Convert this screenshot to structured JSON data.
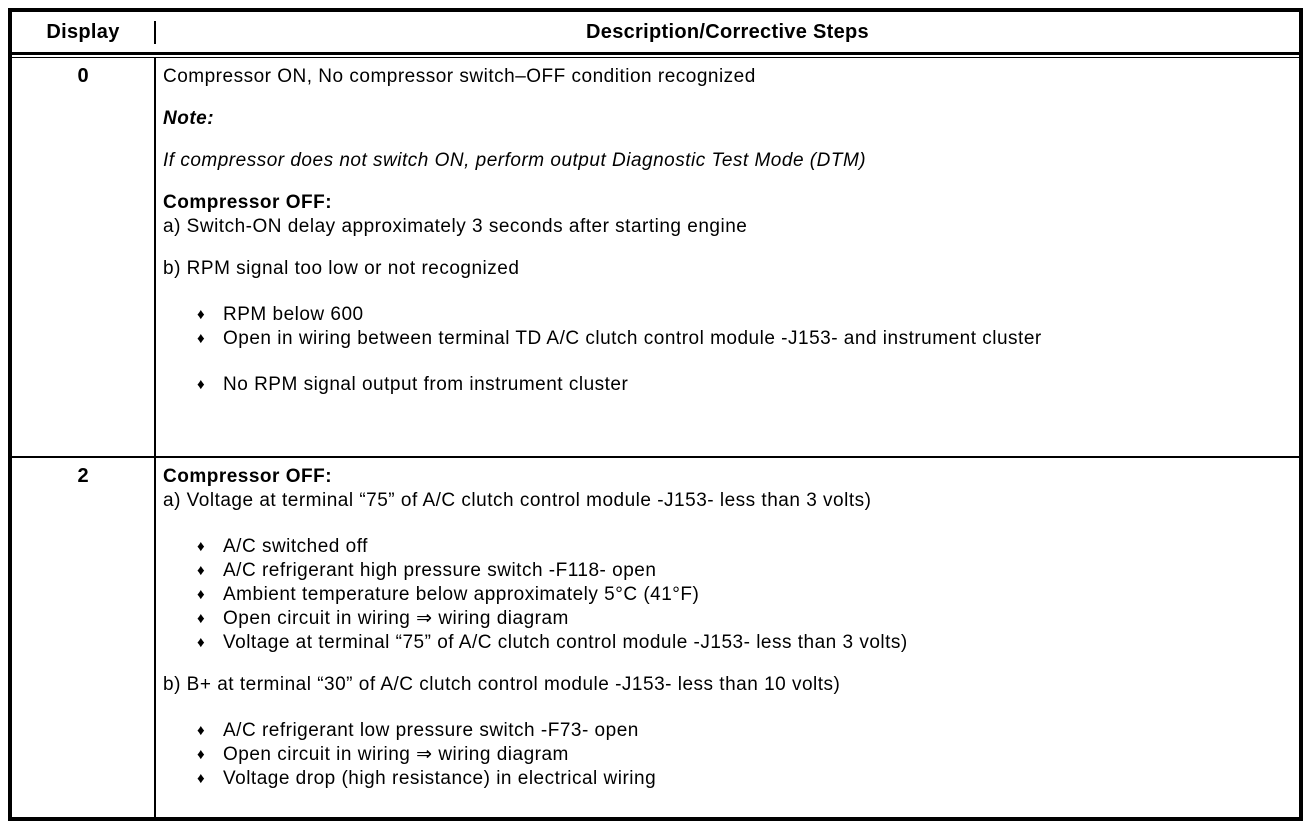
{
  "page": {
    "background": "#ffffff",
    "rule_color": "#000000",
    "text_color": "#000000",
    "bullet_glyph": "♦"
  },
  "table": {
    "header": {
      "display": "Display",
      "description": "Description/Corrective Steps"
    },
    "rows": [
      {
        "display": "0",
        "blocks": [
          {
            "type": "text",
            "lines": [
              {
                "style": "plain",
                "text": "Compressor ON, No compressor switch–OFF condition recognized"
              }
            ]
          },
          {
            "type": "text",
            "lines": [
              {
                "style": "note-label",
                "text": "Note:"
              }
            ]
          },
          {
            "type": "text",
            "lines": [
              {
                "style": "italic",
                "text": "If compressor does not switch ON, perform output Diagnostic Test Mode (DTM)"
              }
            ]
          },
          {
            "type": "text",
            "lines": [
              {
                "style": "bold",
                "text": "Compressor OFF:"
              },
              {
                "style": "plain",
                "text": "a) Switch-ON delay approximately 3 seconds after starting engine"
              }
            ]
          },
          {
            "type": "text",
            "lines": [
              {
                "style": "plain",
                "text": "b) RPM signal too low or not recognized"
              }
            ]
          },
          {
            "type": "bullets",
            "items": [
              "RPM below 600",
              "Open in wiring between terminal TD A/C clutch control module -J153- and instrument cluster"
            ]
          },
          {
            "type": "bullets",
            "items": [
              "No RPM signal output from instrument cluster"
            ]
          }
        ]
      },
      {
        "display": "2",
        "blocks": [
          {
            "type": "text",
            "lines": [
              {
                "style": "bold",
                "text": "Compressor OFF:"
              },
              {
                "style": "plain",
                "text": "a) Voltage at terminal “75” of A/C clutch control module -J153- less than 3 volts)"
              }
            ]
          },
          {
            "type": "bullets",
            "items": [
              "A/C switched off",
              "A/C refrigerant high pressure switch -F118- open",
              "Ambient temperature below approximately 5°C (41°F)",
              "Open circuit in wiring ⇒ wiring diagram",
              "Voltage at terminal “75” of A/C clutch control module -J153- less than 3 volts)"
            ]
          },
          {
            "type": "text",
            "lines": [
              {
                "style": "plain",
                "text": "b) B+ at terminal “30” of A/C clutch control module -J153- less than 10 volts)"
              }
            ]
          },
          {
            "type": "bullets",
            "items": [
              "A/C refrigerant low pressure switch -F73- open",
              "Open circuit in wiring ⇒ wiring diagram",
              "Voltage drop (high resistance) in electrical wiring"
            ]
          }
        ]
      }
    ]
  }
}
